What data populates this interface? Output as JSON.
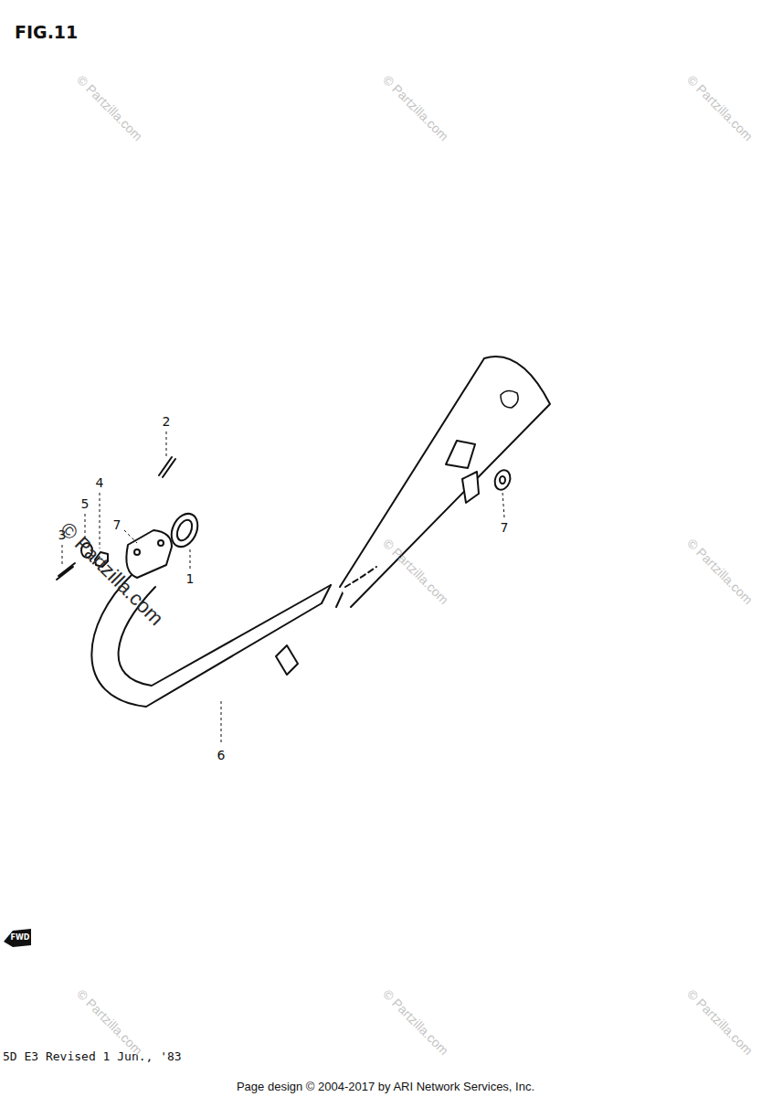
{
  "diagram": {
    "title": "FIG.11",
    "labels": [
      "2",
      "4",
      "5",
      "3",
      "7",
      "1",
      "6",
      "7",
      "FWD",
      "5D E3  Revised 1 Jun., '83",
      "Page design © 2004-2017 by ARI Network Services, Inc.",
      "© Partzilla.com",
      "© Partzilla.com",
      "© Partzilla.com",
      "© Partzilla.com",
      "© Partzilla.com",
      "© Partzilla.com",
      "© Partzilla.com",
      "© Partzilla.com",
      "© Partzilla.com"
    ]
  }
}
